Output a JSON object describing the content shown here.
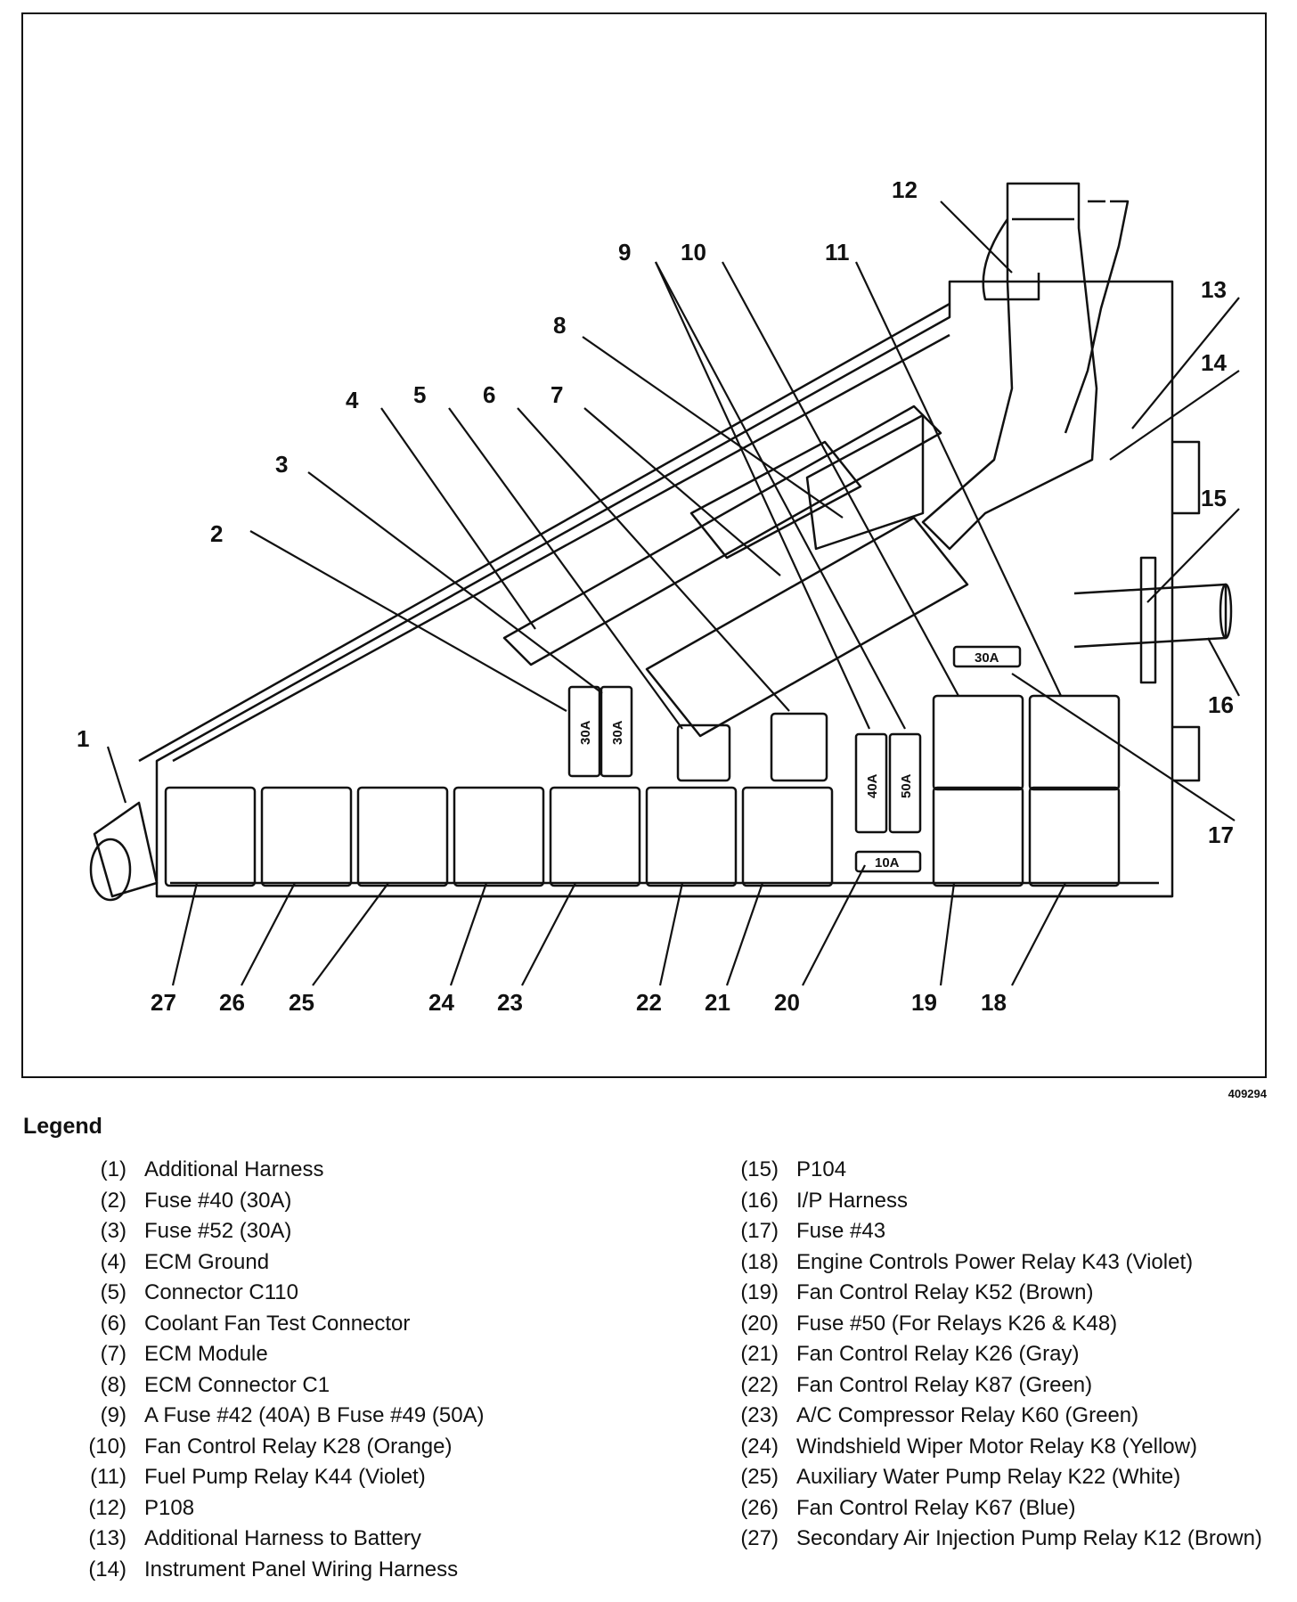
{
  "figure_id": "409294",
  "legend": {
    "title": "Legend",
    "left": [
      {
        "num": "(1)",
        "text": "Additional Harness"
      },
      {
        "num": "(2)",
        "text": "Fuse #40 (30A)"
      },
      {
        "num": "(3)",
        "text": "Fuse #52 (30A)"
      },
      {
        "num": "(4)",
        "text": "ECM Ground"
      },
      {
        "num": "(5)",
        "text": "Connector C110"
      },
      {
        "num": "(6)",
        "text": "Coolant Fan Test Connector"
      },
      {
        "num": "(7)",
        "text": "ECM Module"
      },
      {
        "num": "(8)",
        "text": "ECM Connector C1"
      },
      {
        "num": "(9)",
        "text": "A Fuse #42 (40A) B Fuse #49 (50A)"
      },
      {
        "num": "(10)",
        "text": "Fan Control Relay K28 (Orange)"
      },
      {
        "num": "(11)",
        "text": "Fuel Pump Relay K44 (Violet)"
      },
      {
        "num": "(12)",
        "text": "P108"
      },
      {
        "num": "(13)",
        "text": "Additional Harness to Battery"
      },
      {
        "num": "(14)",
        "text": "Instrument Panel Wiring Harness"
      }
    ],
    "right": [
      {
        "num": "(15)",
        "text": "P104"
      },
      {
        "num": "(16)",
        "text": "I/P Harness"
      },
      {
        "num": "(17)",
        "text": "Fuse #43"
      },
      {
        "num": "(18)",
        "text": "Engine Controls Power Relay K43 (Violet)"
      },
      {
        "num": "(19)",
        "text": "Fan Control Relay K52 (Brown)"
      },
      {
        "num": "(20)",
        "text": "Fuse #50 (For Relays K26 & K48)"
      },
      {
        "num": "(21)",
        "text": "Fan Control Relay K26 (Gray)"
      },
      {
        "num": "(22)",
        "text": "Fan Control Relay K87 (Green)"
      },
      {
        "num": "(23)",
        "text": "A/C Compressor Relay K60 (Green)"
      },
      {
        "num": "(24)",
        "text": "Windshield Wiper Motor Relay K8 (Yellow)"
      },
      {
        "num": "(25)",
        "text": "Auxiliary Water Pump Relay K22 (White)"
      },
      {
        "num": "(26)",
        "text": "Fan Control Relay K67 (Blue)"
      },
      {
        "num": "(27)",
        "text": "Secondary Air Injection Pump Relay K12 (Brown)"
      }
    ]
  },
  "callouts": [
    "1",
    "2",
    "3",
    "4",
    "5",
    "6",
    "7",
    "8",
    "9",
    "10",
    "11",
    "12",
    "13",
    "14",
    "15",
    "16",
    "17",
    "18",
    "19",
    "20",
    "21",
    "22",
    "23",
    "24",
    "25",
    "26",
    "27"
  ],
  "fuse_ratings": {
    "fuse_40": "30A",
    "fuse_52": "30A",
    "fuse_42": "40A",
    "fuse_49": "50A",
    "fuse_50": "10A",
    "fuse_43": "30A"
  }
}
